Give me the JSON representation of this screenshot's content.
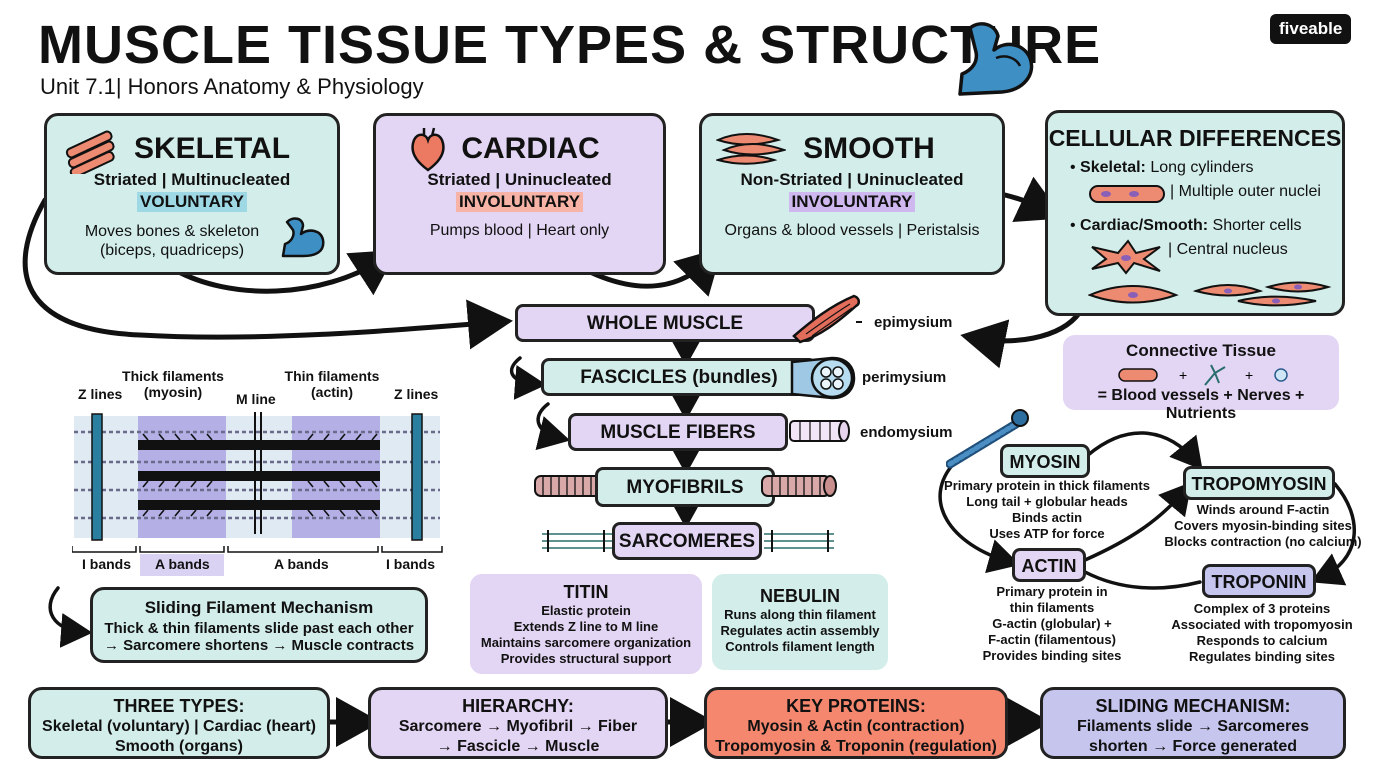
{
  "header": {
    "title": "MUSCLE TISSUE TYPES & STRUCTURE",
    "subtitle": "Unit 7.1| Honors Anatomy & Physiology",
    "brand": "fiveable"
  },
  "types": {
    "skeletal": {
      "title": "SKELETAL",
      "sub": "Striated | Multinucleated",
      "control": "VOLUNTARY",
      "desc": "Moves bones & skeleton (biceps, quadriceps)"
    },
    "cardiac": {
      "title": "CARDIAC",
      "sub": "Striated | Uninucleated",
      "control": "INVOLUNTARY",
      "desc": "Pumps blood | Heart only"
    },
    "smooth": {
      "title": "SMOOTH",
      "sub": "Non-Striated | Uninucleated",
      "control": "INVOLUNTARY",
      "desc": "Organs & blood vessels | Peristalsis"
    }
  },
  "cellular": {
    "title": "CELLULAR DIFFERENCES",
    "skeletal_label": "Skeletal:",
    "skeletal_text": "Long cylinders",
    "skeletal_text2": "| Multiple outer nuclei",
    "cardiac_label": "Cardiac/Smooth:",
    "cardiac_text": "Shorter cells",
    "cardiac_text2": "| Central nucleus"
  },
  "hierarchy": {
    "whole": "WHOLE MUSCLE",
    "fascicles": "FASCICLES (bundles)",
    "fibers": "MUSCLE FIBERS",
    "myofibrils": "MYOFIBRILS",
    "sarcomeres": "SARCOMERES",
    "epimysium": "epimysium",
    "perimysium": "perimysium",
    "endomysium": "endomysium"
  },
  "connective": {
    "title": "Connective Tissue",
    "text": "= Blood vessels + Nerves + Nutrients"
  },
  "sarcomere": {
    "thick": "Thick filaments",
    "thick2": "(myosin)",
    "thin": "Thin filaments",
    "thin2": "(actin)",
    "z_left": "Z lines",
    "z_right": "Z lines",
    "m_line": "M line",
    "bands": [
      "I bands",
      "A bands",
      "A bands",
      "I bands"
    ]
  },
  "sliding": {
    "title": "Sliding Filament Mechanism",
    "line1": "Thick & thin filaments slide past each other",
    "line2": "→ Sarcomere shortens → Muscle contracts"
  },
  "titin": {
    "title": "TITIN",
    "lines": [
      "Elastic protein",
      "Extends Z line to M line",
      "Maintains sarcomere organization",
      "Provides structural support"
    ]
  },
  "nebulin": {
    "title": "NEBULIN",
    "lines": [
      "Runs along thin filament",
      "Regulates actin assembly",
      "Controls filament length"
    ]
  },
  "proteins": {
    "myosin": {
      "title": "MYOSIN",
      "lines": [
        "Primary protein in thick filaments",
        "Long tail + globular heads",
        "Binds actin",
        "Uses ATP for force"
      ]
    },
    "actin": {
      "title": "ACTIN",
      "lines": [
        "Primary protein in",
        "thin filaments",
        "G-actin (globular) +",
        "F-actin (filamentous)",
        "Provides binding sites"
      ]
    },
    "tropomyosin": {
      "title": "TROPOMYOSIN",
      "lines": [
        "Winds around F-actin",
        "Covers myosin-binding sites",
        "Blocks contraction (no calcium)"
      ]
    },
    "troponin": {
      "title": "TROPONIN",
      "lines": [
        "Complex of 3 proteins",
        "Associated with tropomyosin",
        "Responds to calcium",
        "Regulates binding sites"
      ]
    }
  },
  "summary": {
    "three": {
      "title": "THREE TYPES:",
      "l1": "Skeletal (voluntary) | Cardiac (heart)",
      "l2": "Smooth (organs)"
    },
    "hier": {
      "title": "HIERARCHY:",
      "l1": "Sarcomere → Myofibril → Fiber",
      "l2": "→ Fascicle → Muscle"
    },
    "key": {
      "title": "KEY PROTEINS:",
      "l1": "Myosin & Actin (contraction)",
      "l2": "Tropomyosin & Troponin (regulation)"
    },
    "mech": {
      "title": "SLIDING MECHANISM:",
      "l1": "Filaments slide → Sarcomeres",
      "l2": "shorten → Force generated"
    }
  }
}
